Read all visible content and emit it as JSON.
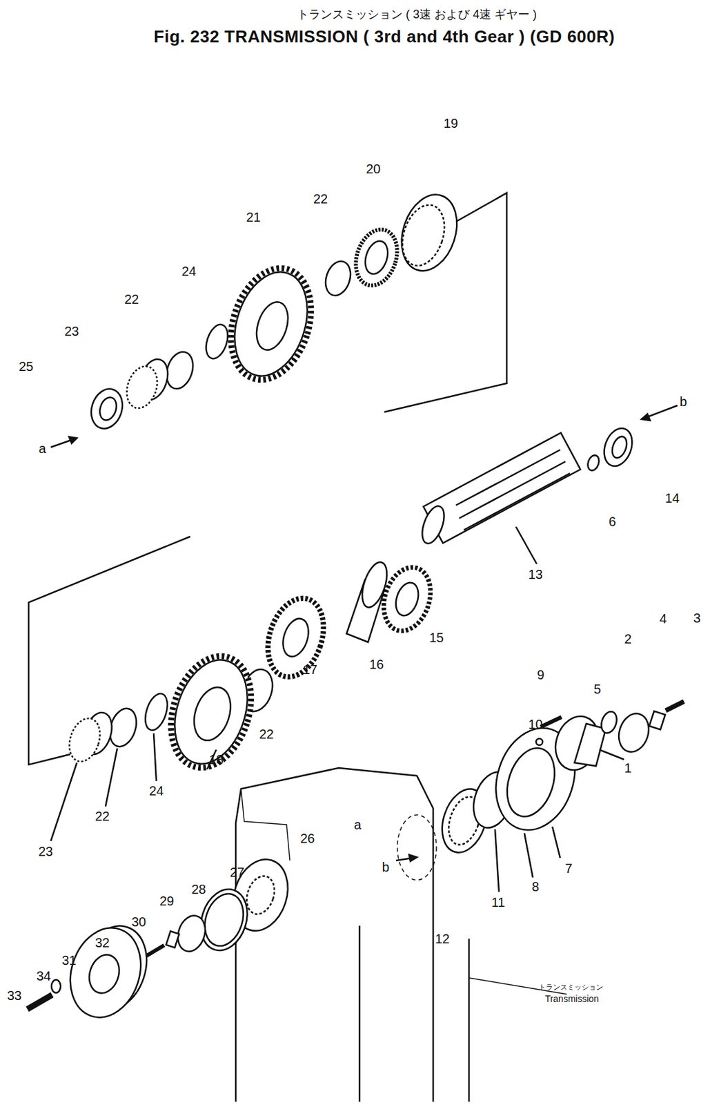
{
  "diagram": {
    "title": "Fig. 232 TRANSMISSION ( 3rd and 4th Gear ) (GD 600R)",
    "labels": [
      "トランスミッション ( 3速 および 4速 ギヤー )",
      "19",
      "20",
      "22",
      "21",
      "24",
      "22",
      "23",
      "25",
      "a",
      "b",
      "14",
      "6",
      "13",
      "15",
      "16",
      "17",
      "22",
      "18",
      "24",
      "22",
      "23",
      "3",
      "4",
      "2",
      "5",
      "9",
      "10",
      "1",
      "7",
      "8",
      "11",
      "12",
      "b",
      "a",
      "26",
      "27",
      "28",
      "29",
      "30",
      "32",
      "31",
      "34",
      "33",
      "トランスミッション",
      "Transmission"
    ]
  }
}
